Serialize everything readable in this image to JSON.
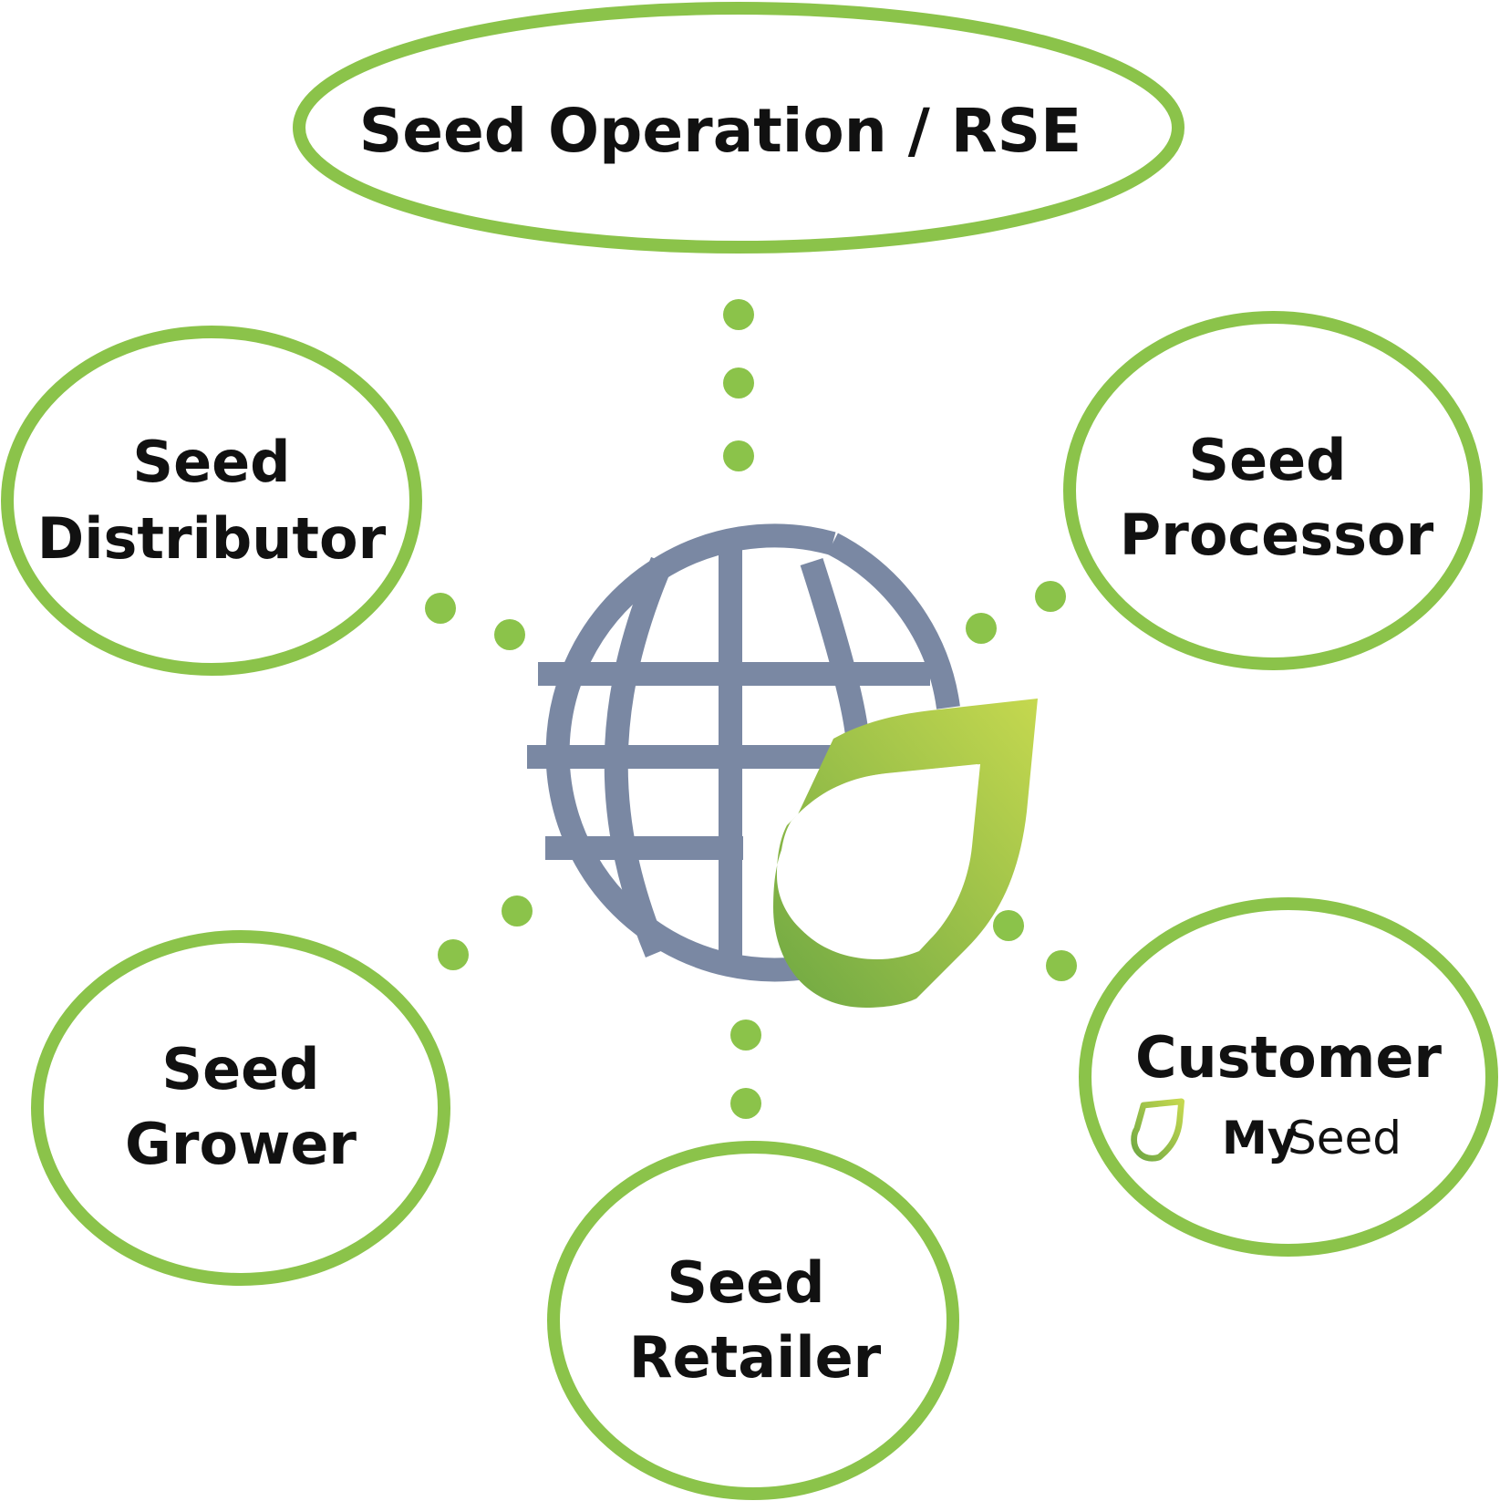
{
  "colors": {
    "ellipse_stroke": "#8BC34A",
    "dot_fill": "#8BC34A",
    "globe_stroke": "#7A88A3",
    "leaf_light": "#C5D84F",
    "leaf_dark": "#6FA843",
    "text": "#111111"
  },
  "nodes": {
    "top": {
      "label": "Seed Operation / RSE"
    },
    "distributor": {
      "line1": "Seed",
      "line2": "Distributor"
    },
    "processor": {
      "line1": "Seed",
      "line2": "Processor"
    },
    "grower": {
      "line1": "Seed",
      "line2": "Grower"
    },
    "retailer": {
      "line1": "Seed",
      "line2": "Retailer"
    },
    "customer": {
      "label": "Customer",
      "brand_my": "My",
      "brand_seed": "Seed"
    }
  },
  "center": {
    "icon": "globe-leaf-icon"
  }
}
